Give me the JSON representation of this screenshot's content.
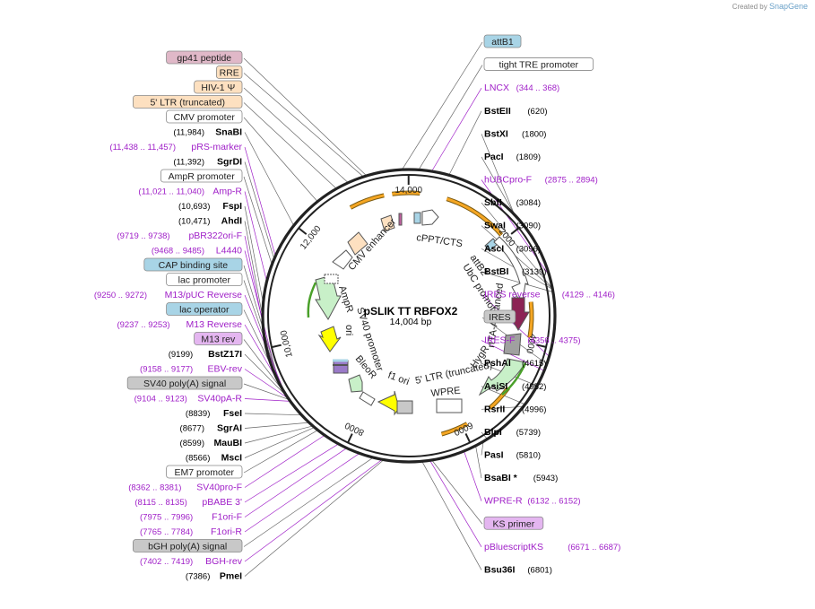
{
  "watermark": {
    "created_by": "Created by",
    "brand": "SnapGene"
  },
  "plasmid": {
    "name": "pSLIK TT RBFOX2",
    "size_label": "14,004 bp",
    "length": 14004
  },
  "colors": {
    "enzyme": "#000000",
    "primer": "#a020c8",
    "leader": "#666666",
    "outer_feature": "#f5a623",
    "green": "#6cc23d",
    "ring": "#222222"
  },
  "ticks": [
    {
      "bp": 2000,
      "label": "2000"
    },
    {
      "bp": 4000,
      "label": "4000"
    },
    {
      "bp": 6000,
      "label": "6000"
    },
    {
      "bp": 8000,
      "label": "8000"
    },
    {
      "bp": 10000,
      "label": "10,000"
    },
    {
      "bp": 12000,
      "label": "12,000"
    },
    {
      "bp": 14000,
      "label": "14,000"
    }
  ],
  "labels_left": [
    {
      "type": "feature",
      "text": "gp41 peptide",
      "fill": "#e0b8c8",
      "bp": 13350
    },
    {
      "type": "feature",
      "text": "RRE",
      "fill": "#fde0c0",
      "bp": 13300
    },
    {
      "type": "feature",
      "text": "HIV-1 Ψ",
      "fill": "#fde0c0",
      "bp": 13050
    },
    {
      "type": "feature",
      "text": "5' LTR (truncated)",
      "fill": "#fde0c0",
      "bp": 12850
    },
    {
      "type": "feature",
      "text": "CMV promoter",
      "fill": "#ffffff",
      "bp": 12500
    },
    {
      "type": "enzyme",
      "name": "SnaBI",
      "pos": "(11,984)",
      "bp": 11984
    },
    {
      "type": "primer",
      "name": "pRS-marker",
      "pos": "(11,438 .. 11,457)",
      "bp": 11440
    },
    {
      "type": "enzyme",
      "name": "SgrDI",
      "pos": "(11,392)",
      "bp": 11392
    },
    {
      "type": "feature",
      "text": "AmpR promoter",
      "fill": "#ffffff",
      "bp": 11300
    },
    {
      "type": "primer",
      "name": "Amp-R",
      "pos": "(11,021 .. 11,040)",
      "bp": 11030
    },
    {
      "type": "enzyme",
      "name": "FspI",
      "pos": "(10,693)",
      "bp": 10693
    },
    {
      "type": "enzyme",
      "name": "AhdI",
      "pos": "(10,471)",
      "bp": 10471
    },
    {
      "type": "primer",
      "name": "pBR322ori-F",
      "pos": "(9719 .. 9738)",
      "bp": 9720
    },
    {
      "type": "primer",
      "name": "L4440",
      "pos": "(9468 .. 9485)",
      "bp": 9470
    },
    {
      "type": "feature",
      "text": "CAP binding site",
      "fill": "#a8d4e6",
      "bp": 9400
    },
    {
      "type": "feature",
      "text": "lac promoter",
      "fill": "#ffffff",
      "bp": 9360
    },
    {
      "type": "primer",
      "name": "M13/pUC Reverse",
      "pos": "(9250 .. 9272)",
      "bp": 9255
    },
    {
      "type": "feature",
      "text": "lac operator",
      "fill": "#a8d4e6",
      "bp": 9300
    },
    {
      "type": "primer",
      "name": "M13 Reverse",
      "pos": "(9237 .. 9253)",
      "bp": 9240
    },
    {
      "type": "feature",
      "text": "M13 rev",
      "fill": "#e4b6f0",
      "bp": 9230
    },
    {
      "type": "enzyme",
      "name": "BstZ17I",
      "pos": "(9199)",
      "bp": 9199
    },
    {
      "type": "primer",
      "name": "EBV-rev",
      "pos": "(9158 .. 9177)",
      "bp": 9160
    },
    {
      "type": "feature",
      "text": "SV40 poly(A) signal",
      "fill": "#c8c8c8",
      "bp": 9140
    },
    {
      "type": "primer",
      "name": "SV40pA-R",
      "pos": "(9104 .. 9123)",
      "bp": 9110
    },
    {
      "type": "enzyme",
      "name": "FseI",
      "pos": "(8839)",
      "bp": 8839
    },
    {
      "type": "enzyme",
      "name": "SgrAI",
      "pos": "(8677)",
      "bp": 8677
    },
    {
      "type": "enzyme",
      "name": "MauBI",
      "pos": "(8599)",
      "bp": 8599
    },
    {
      "type": "enzyme",
      "name": "MscI",
      "pos": "(8566)",
      "bp": 8566
    },
    {
      "type": "feature",
      "text": "EM7 promoter",
      "fill": "#ffffff",
      "bp": 8500
    },
    {
      "type": "primer",
      "name": "SV40pro-F",
      "pos": "(8362 .. 8381)",
      "bp": 8370
    },
    {
      "type": "primer",
      "name": "pBABE 3'",
      "pos": "(8115 .. 8135)",
      "bp": 8120
    },
    {
      "type": "primer",
      "name": "F1ori-F",
      "pos": "(7975 .. 7996)",
      "bp": 7980
    },
    {
      "type": "primer",
      "name": "F1ori-R",
      "pos": "(7765 .. 7784)",
      "bp": 7770
    },
    {
      "type": "feature",
      "text": "bGH poly(A) signal",
      "fill": "#c8c8c8",
      "bp": 7550
    },
    {
      "type": "primer",
      "name": "BGH-rev",
      "pos": "(7402 .. 7419)",
      "bp": 7410
    },
    {
      "type": "enzyme",
      "name": "PmeI",
      "pos": "(7386)",
      "bp": 7386
    }
  ],
  "labels_right": [
    {
      "type": "feature",
      "text": "attB1",
      "fill": "#a8d4e6",
      "bp": 13900
    },
    {
      "type": "feature",
      "text": "tight TRE promoter",
      "fill": "#ffffff",
      "bp": 150
    },
    {
      "type": "primer",
      "name": "LNCX",
      "pos": "(344 .. 368)",
      "bp": 350
    },
    {
      "type": "enzyme",
      "name": "BstEII",
      "pos": "(620)",
      "bp": 620
    },
    {
      "type": "enzyme",
      "name": "BstXI",
      "pos": "(1800)",
      "bp": 1800
    },
    {
      "type": "enzyme",
      "name": "PacI",
      "pos": "(1809)",
      "bp": 1809
    },
    {
      "type": "primer",
      "name": "hUBCpro-F",
      "pos": "(2875 .. 2894)",
      "bp": 2880
    },
    {
      "type": "enzyme",
      "name": "SbfI",
      "pos": "(3084)",
      "bp": 3084
    },
    {
      "type": "enzyme",
      "name": "SwaI",
      "pos": "(3090)",
      "bp": 3090
    },
    {
      "type": "enzyme",
      "name": "AscI",
      "pos": "(3096)",
      "bp": 3096
    },
    {
      "type": "enzyme",
      "name": "BstBI",
      "pos": "(3139)",
      "bp": 3139
    },
    {
      "type": "primer",
      "name": "IRES reverse",
      "pos": "(4129 .. 4146)",
      "bp": 4130
    },
    {
      "type": "feature",
      "text": "IRES",
      "fill": "#c8c8c8",
      "bp": 4250
    },
    {
      "type": "primer",
      "name": "IRES-F",
      "pos": "(4356 .. 4375)",
      "bp": 4360
    },
    {
      "type": "enzyme",
      "name": "PshAI",
      "pos": "(4615)",
      "bp": 4615
    },
    {
      "type": "enzyme",
      "name": "AsiSI",
      "pos": "(4952)",
      "bp": 4952
    },
    {
      "type": "enzyme",
      "name": "RsrII",
      "pos": "(4996)",
      "bp": 4996
    },
    {
      "type": "enzyme",
      "name": "BlpI",
      "pos": "(5739)",
      "bp": 5739
    },
    {
      "type": "enzyme",
      "name": "PasI",
      "pos": "(5810)",
      "bp": 5810
    },
    {
      "type": "enzyme",
      "name": "BsaBI *",
      "pos": "(5943)",
      "bp": 5943
    },
    {
      "type": "primer",
      "name": "WPRE-R",
      "pos": "(6132 .. 6152)",
      "bp": 6140
    },
    {
      "type": "feature",
      "text": "KS primer",
      "fill": "#e4b6f0",
      "bp": 6650
    },
    {
      "type": "primer",
      "name": "pBluescriptKS",
      "pos": "(6671 .. 6687)",
      "bp": 6680
    },
    {
      "type": "enzyme",
      "name": "Bsu36I",
      "pos": "(6801)",
      "bp": 6801
    }
  ],
  "inner_labels": [
    {
      "text": "cPPT/CTS"
    },
    {
      "text": "CMV enhancer"
    },
    {
      "text": "attB2"
    },
    {
      "text": "UbC promoter"
    },
    {
      "text": "rtTA-Advanced"
    },
    {
      "text": "HygR"
    },
    {
      "text": "AmpR"
    },
    {
      "text": "ori"
    },
    {
      "text": "SV40 promoter"
    },
    {
      "text": "BleoR"
    },
    {
      "text": "f1 ori"
    },
    {
      "text": "5' LTR (truncated)"
    },
    {
      "text": "WPRE"
    }
  ]
}
